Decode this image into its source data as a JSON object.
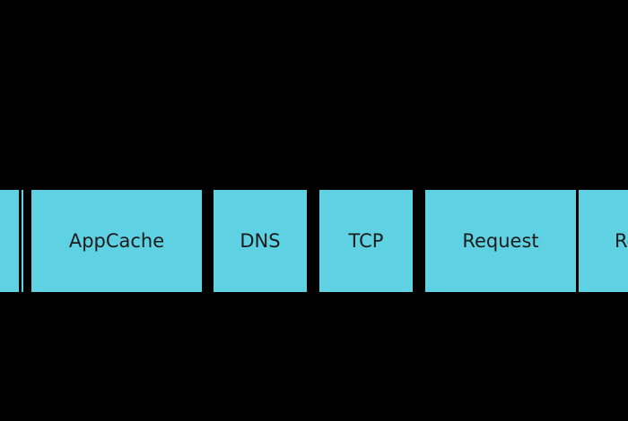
{
  "colors": {
    "background": "#000000",
    "block_fill": "#5ed1e3",
    "text": "#1b1b1b"
  },
  "stages": [
    {
      "label": ""
    },
    {
      "label": ""
    },
    {
      "label": "AppCache"
    },
    {
      "label": "DNS"
    },
    {
      "label": "TCP"
    },
    {
      "label": "Request"
    },
    {
      "label": "Response"
    }
  ]
}
